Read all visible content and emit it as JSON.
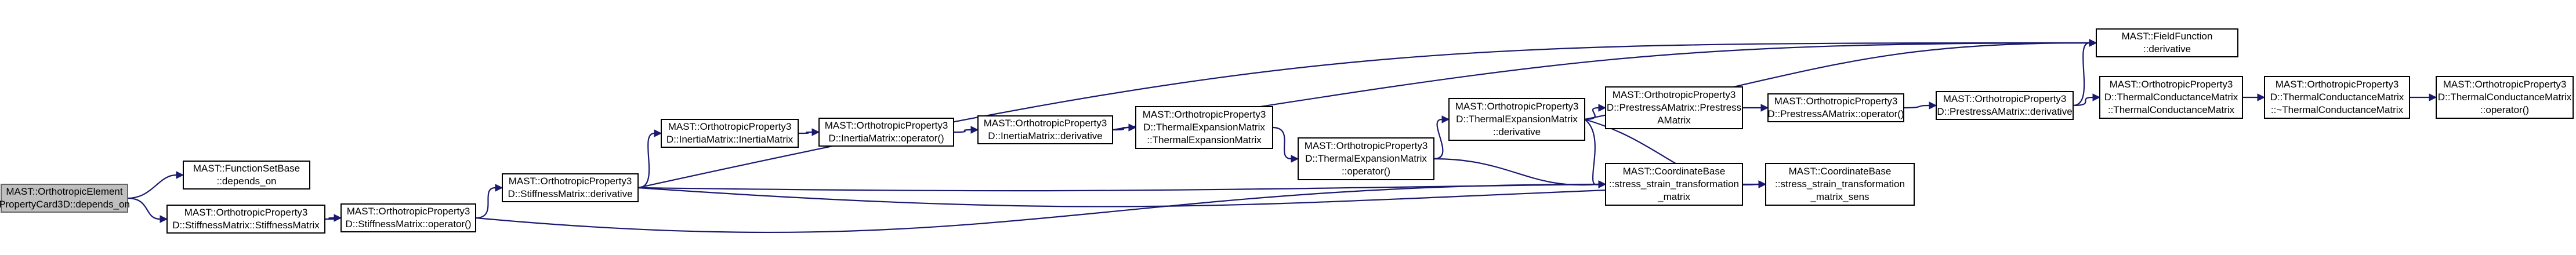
{
  "graph": {
    "nodes": [
      {
        "id": "root",
        "lines": [
          "MAST::OrthotropicElement",
          "PropertyCard3D::depends_on"
        ],
        "root": true
      },
      {
        "id": "fsb",
        "lines": [
          "MAST::FunctionSetBase",
          "::depends_on"
        ]
      },
      {
        "id": "smctor",
        "lines": [
          "MAST::OrthotropicProperty3",
          "D::StiffnessMatrix::StiffnessMatrix"
        ]
      },
      {
        "id": "smop",
        "lines": [
          "MAST::OrthotropicProperty3",
          "D::StiffnessMatrix::operator()"
        ]
      },
      {
        "id": "smder",
        "lines": [
          "MAST::OrthotropicProperty3",
          "D::StiffnessMatrix::derivative"
        ]
      },
      {
        "id": "imctor",
        "lines": [
          "MAST::OrthotropicProperty3",
          "D::InertiaMatrix::InertiaMatrix"
        ]
      },
      {
        "id": "imop",
        "lines": [
          "MAST::OrthotropicProperty3",
          "D::InertiaMatrix::operator()"
        ]
      },
      {
        "id": "imder",
        "lines": [
          "MAST::OrthotropicProperty3",
          "D::InertiaMatrix::derivative"
        ]
      },
      {
        "id": "temctor",
        "lines": [
          "MAST::OrthotropicProperty3",
          "D::ThermalExpansionMatrix",
          "::ThermalExpansionMatrix"
        ]
      },
      {
        "id": "temop",
        "lines": [
          "MAST::OrthotropicProperty3",
          "D::ThermalExpansionMatrix",
          "::operator()"
        ]
      },
      {
        "id": "temder",
        "lines": [
          "MAST::OrthotropicProperty3",
          "D::ThermalExpansionMatrix",
          "::derivative"
        ]
      },
      {
        "id": "pamctor",
        "lines": [
          "MAST::OrthotropicProperty3",
          "D::PrestressAMatrix::Prestress",
          "AMatrix"
        ]
      },
      {
        "id": "pamop",
        "lines": [
          "MAST::OrthotropicProperty3",
          "D::PrestressAMatrix::operator()"
        ]
      },
      {
        "id": "pamder",
        "lines": [
          "MAST::OrthotropicProperty3",
          "D::PrestressAMatrix::derivative"
        ]
      },
      {
        "id": "tcmctor",
        "lines": [
          "MAST::OrthotropicProperty3",
          "D::ThermalConductanceMatrix",
          "::ThermalConductanceMatrix"
        ]
      },
      {
        "id": "tcmdtor",
        "lines": [
          "MAST::OrthotropicProperty3",
          "D::ThermalConductanceMatrix",
          "::~ThermalConductanceMatrix"
        ]
      },
      {
        "id": "tcmop",
        "lines": [
          "MAST::OrthotropicProperty3",
          "D::ThermalConductanceMatrix",
          "::operator()"
        ]
      },
      {
        "id": "ffder",
        "lines": [
          "MAST::FieldFunction",
          "::derivative"
        ]
      },
      {
        "id": "cbst",
        "lines": [
          "MAST::CoordinateBase",
          "::stress_strain_transformation",
          "_matrix"
        ]
      },
      {
        "id": "cbsts",
        "lines": [
          "MAST::CoordinateBase",
          "::stress_strain_transformation",
          "_matrix_sens"
        ]
      }
    ],
    "edges": [
      [
        "root",
        "fsb"
      ],
      [
        "root",
        "smctor"
      ],
      [
        "smctor",
        "smop"
      ],
      [
        "smop",
        "smder"
      ],
      [
        "smop",
        "cbst"
      ],
      [
        "smder",
        "ffder"
      ],
      [
        "smder",
        "imctor"
      ],
      [
        "smder",
        "cbst"
      ],
      [
        "smder",
        "cbsts"
      ],
      [
        "imctor",
        "imop"
      ],
      [
        "imop",
        "imder"
      ],
      [
        "imder",
        "ffder"
      ],
      [
        "imder",
        "temctor"
      ],
      [
        "temctor",
        "temop"
      ],
      [
        "temop",
        "temder"
      ],
      [
        "temop",
        "cbst"
      ],
      [
        "temder",
        "ffder"
      ],
      [
        "temder",
        "pamctor"
      ],
      [
        "temder",
        "cbst"
      ],
      [
        "temder",
        "cbsts"
      ],
      [
        "pamctor",
        "pamop"
      ],
      [
        "pamop",
        "pamder"
      ],
      [
        "pamder",
        "ffder"
      ],
      [
        "pamder",
        "tcmctor"
      ],
      [
        "tcmctor",
        "tcmdtor"
      ],
      [
        "tcmdtor",
        "tcmop"
      ],
      [
        "cbst",
        "cbsts"
      ]
    ]
  },
  "colors": {
    "edge": "#191970",
    "node_border": "#000000",
    "root_fill": "#bfbfbf",
    "node_fill": "#ffffff"
  }
}
